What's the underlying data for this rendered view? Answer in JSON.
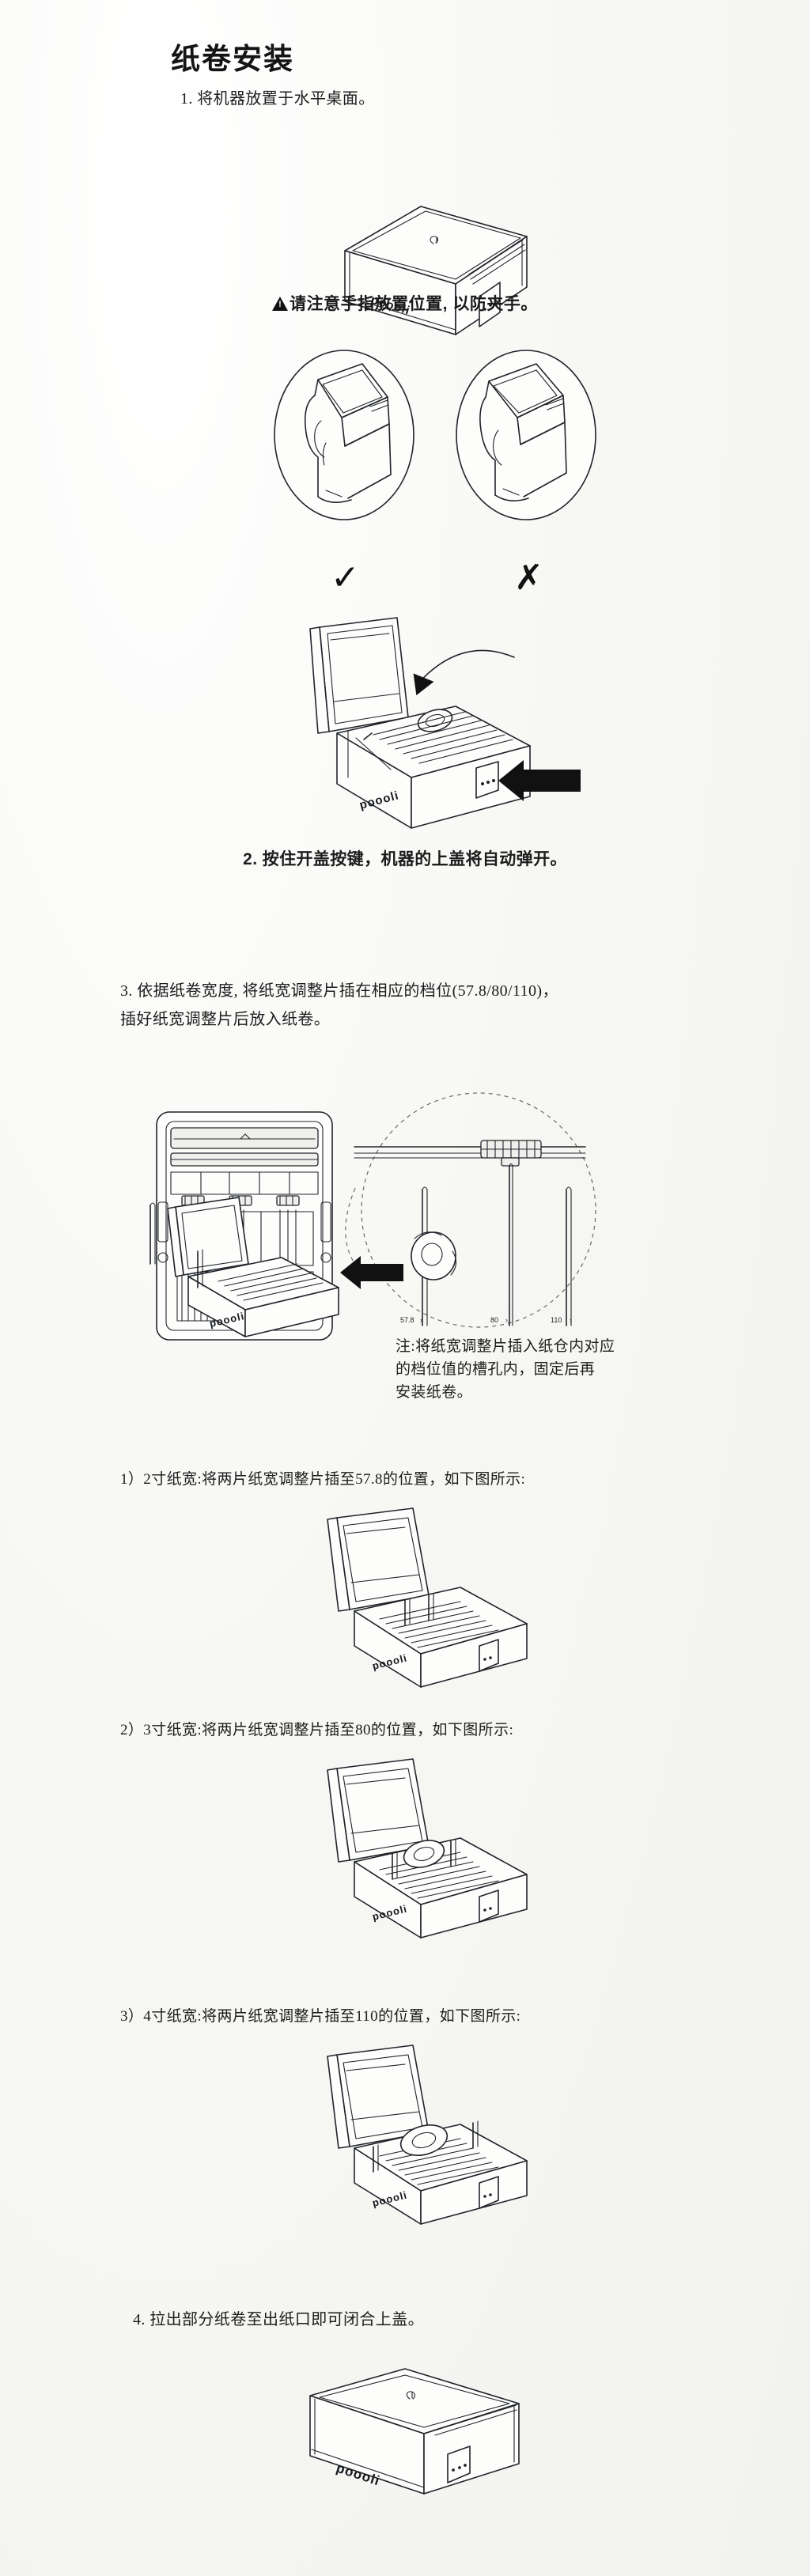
{
  "document": {
    "title": "纸卷安装",
    "brand": "poooli"
  },
  "steps": {
    "step1": "1. 将机器放置于水平桌面。",
    "warning": "请注意手指放置位置, 以防夹手。",
    "correct_mark": "✓",
    "incorrect_mark": "✗",
    "step2": "2. 按住开盖按键，机器的上盖将自动弹开。",
    "step3_line1": "3. 依据纸卷宽度, 将纸宽调整片插在相应的档位(57.8/80/110)，",
    "step3_line2": "插好纸宽调整片后放入纸卷。",
    "note": "注:将纸宽调整片插入纸仓内对应\n的档位值的槽孔内，固定后再\n安装纸卷。",
    "item1": "1）2寸纸宽:将两片纸宽调整片插至57.8的位置，如下图所示:",
    "item2": "2）3寸纸宽:将两片纸宽调整片插至80的位置，如下图所示:",
    "item3": "3）4寸纸宽:将两片纸宽调整片插至110的位置，如下图所示:",
    "step4": "4. 拉出部分纸卷至出纸口即可闭合上盖。"
  },
  "gauge": {
    "label_57": "57.8",
    "label_80": "80",
    "label_110": "110",
    "arrow": "›"
  },
  "colors": {
    "background": "#f7f7f5",
    "ink": "#20242a",
    "text": "#1a1a1a"
  }
}
